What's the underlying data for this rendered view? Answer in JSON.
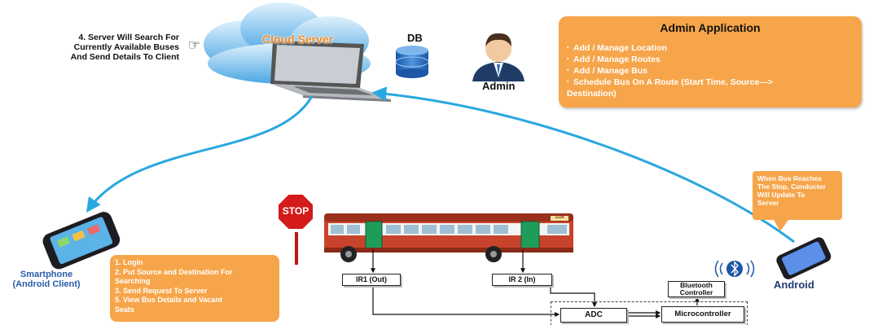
{
  "cloud": {
    "label": "Cloud Server"
  },
  "db": {
    "label": "DB"
  },
  "admin": {
    "label": "Admin"
  },
  "note4": {
    "line1": "4. Server Will Search For",
    "line2": "Currently Available Buses",
    "line3": "And Send Details To Client",
    "icon": "pointing-hand-icon"
  },
  "admin_app": {
    "title": "Admin Application",
    "items": [
      "Add / Manage Location",
      "Add / Manage Routes",
      "Add / Manage Bus",
      "Schedule Bus On A Route (Start Time, Source--->",
      "Destination)"
    ]
  },
  "conductor_note": {
    "line1": "When Bus Reaches",
    "line2": "The Stop, Conductor",
    "line3": "Will Update To",
    "line4": "Server"
  },
  "client_steps": [
    "1. Login",
    "2. Put Source and Destination For",
    "Searching",
    "3. Send Request To Server",
    "5. View Bus Details and Vacant",
    "Seats"
  ],
  "smartphone": {
    "line1": "Smartphone",
    "line2": "(Android Client)"
  },
  "android": {
    "label": "Android"
  },
  "stop_sign": {
    "text": "STOP"
  },
  "bus": {
    "plate": "1234"
  },
  "blocks": {
    "ir1": "IR1 (Out)",
    "ir2": "IR 2 (In)",
    "adc": "ADC",
    "mcu": "Microcontroller",
    "bt_line1": "Bluetooth",
    "bt_line2": "Controller"
  },
  "colors": {
    "orange_box": "#f7a54a",
    "arrow_blue": "#2aa7e0",
    "cloud_blue": "#6ab8ea",
    "bus_red": "#c8432b"
  }
}
